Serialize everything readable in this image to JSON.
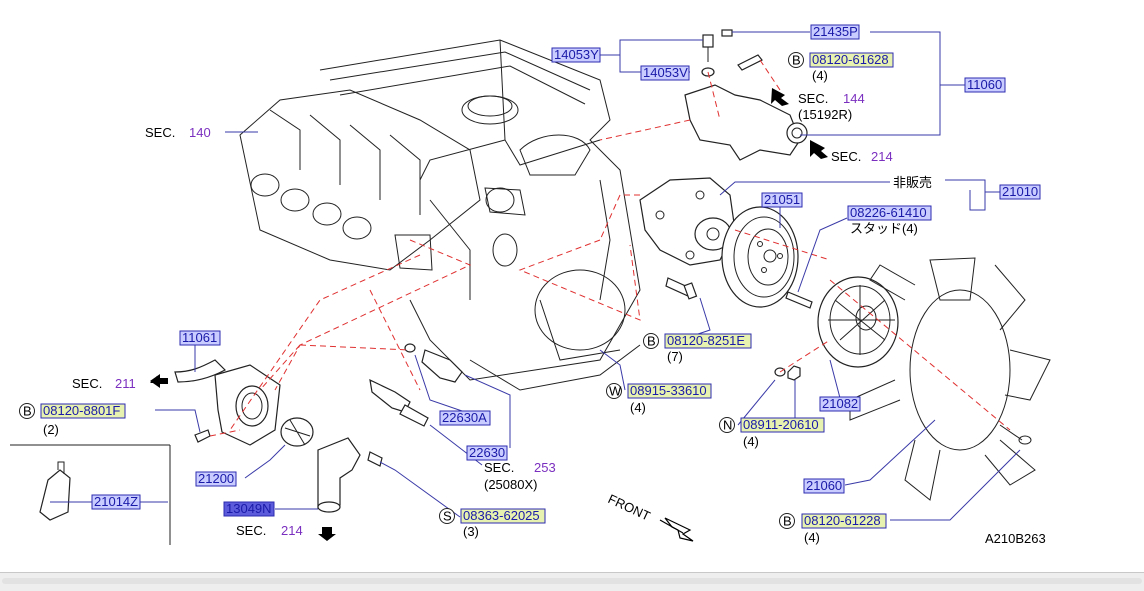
{
  "parts": {
    "p21435P": "21435P",
    "p14053Y": "14053Y",
    "p14053V": "14053V",
    "p08120_61628": "08120-61628",
    "p11060": "11060",
    "p21010": "21010",
    "p21051": "21051",
    "p08226_61410": "08226-61410",
    "p08120_8251E": "08120-8251E",
    "p11061": "11061",
    "p08120_8801F": "08120-8801F",
    "p21014Z": "21014Z",
    "p21200": "21200",
    "p13049N": "13049N",
    "p22630A": "22630A",
    "p22630": "22630",
    "p08915_33610": "08915-33610",
    "p08911_20610": "08911-20610",
    "p21082": "21082",
    "p21060": "21060",
    "p08363_62025": "08363-62025",
    "p08120_61228": "08120-61228"
  },
  "sections": {
    "sec_label": "SEC.",
    "s140": "140",
    "s144": "144",
    "s214a": "214",
    "s211": "211",
    "s253": "253",
    "s214b": "214"
  },
  "notes": {
    "q4a": "(4)",
    "q15192R": "(15192R)",
    "not_sold": "非販売",
    "stud": "スタッド(4)",
    "q7": "(7)",
    "q4b": "(4)",
    "q4c": "(4)",
    "q2": "(2)",
    "q25080X": "(25080X)",
    "q3": "(3)",
    "q4d": "(4)",
    "front": "FRONT",
    "figure_code": "A210B263"
  },
  "markers": {
    "B": "B",
    "W": "W",
    "N": "N",
    "S": "S"
  }
}
